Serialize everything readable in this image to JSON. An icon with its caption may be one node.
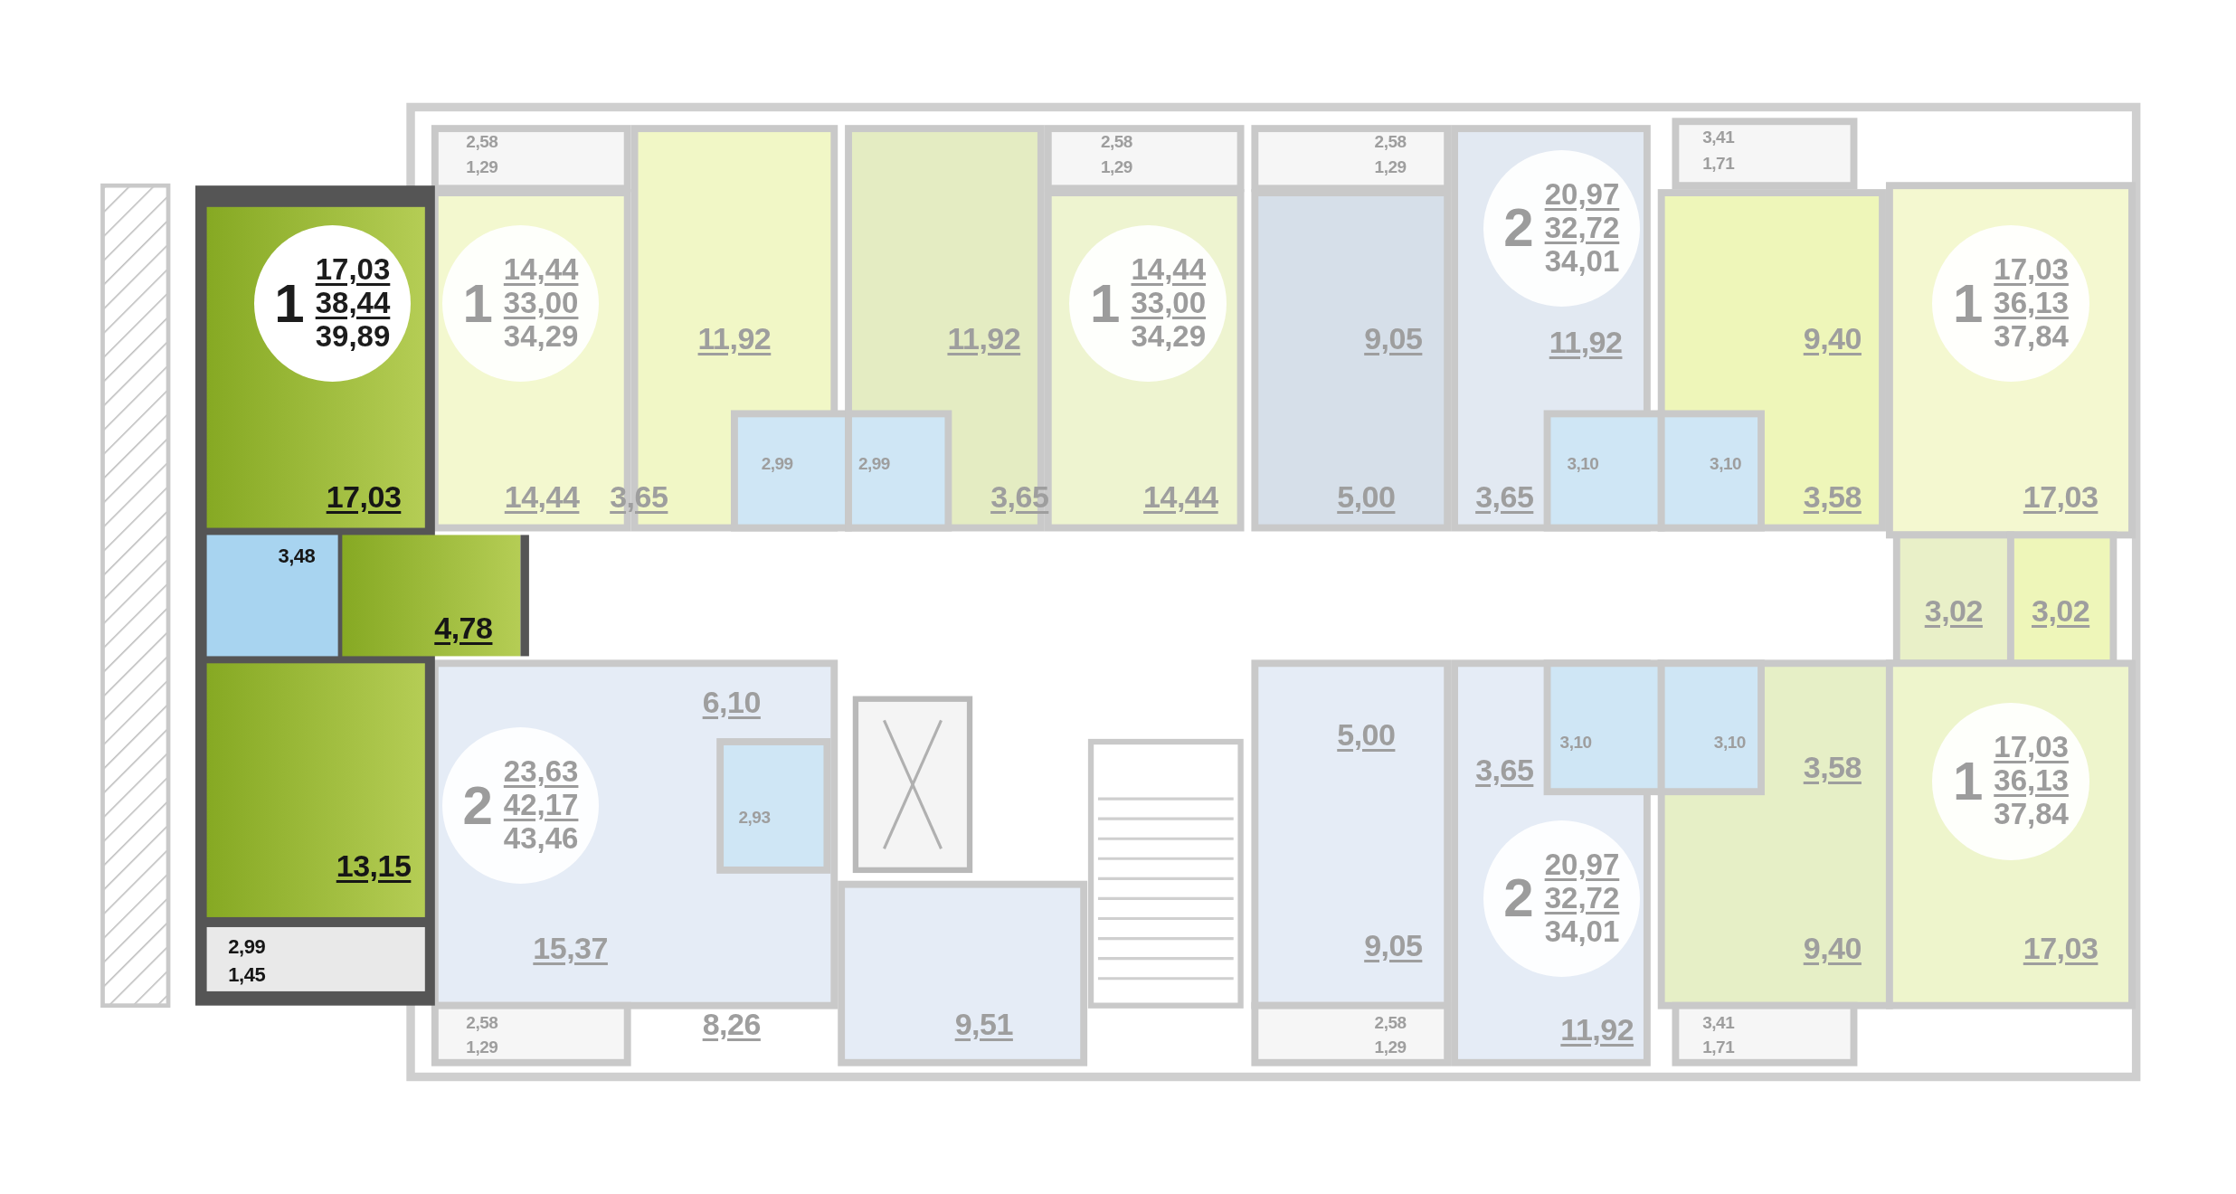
{
  "diagram": {
    "nodes": [
      {
        "text": [
          "1",
          "17,03",
          "38,44",
          "39,89"
        ]
      },
      {
        "text": [
          "1",
          "14,44",
          "33,00",
          "34,29"
        ]
      },
      {
        "text": [
          "1",
          "14,44",
          "33,00",
          "34,29"
        ]
      },
      {
        "text": [
          "2",
          "20,97",
          "32,72",
          "34,01"
        ]
      },
      {
        "text": [
          "1",
          "17,03",
          "36,13",
          "37,84"
        ]
      },
      {
        "text": [
          "2",
          "23,63",
          "42,17",
          "43,46"
        ]
      },
      {
        "text": [
          "2",
          "20,97",
          "32,72",
          "34,01"
        ]
      },
      {
        "text": [
          "1",
          "17,03",
          "36,13",
          "37,84"
        ]
      }
    ],
    "labels": [
      "2,58",
      "1,29",
      "2,58",
      "1,29",
      "2,58",
      "1,29",
      "3,41",
      "1,71",
      "11,92",
      "11,92",
      "9,05",
      "11,92",
      "9,40",
      "2,99",
      "2,99",
      "3,10",
      "3,10",
      "17,03",
      "14,44",
      "3,65",
      "3,65",
      "14,44",
      "5,00",
      "3,65",
      "3,58",
      "17,03",
      "3,48",
      "3,02",
      "3,02",
      "4,78",
      "6,10",
      "5,00",
      "3,10",
      "3,10",
      "3,65",
      "3,58",
      "2,93",
      "13,15",
      "2,99",
      "15,37",
      "9,05",
      "9,40",
      "17,03",
      "1,45",
      "8,26",
      "9,51",
      "11,92",
      "2,58",
      "1,29",
      "2,58",
      "1,29",
      "3,41",
      "1,71"
    ]
  }
}
